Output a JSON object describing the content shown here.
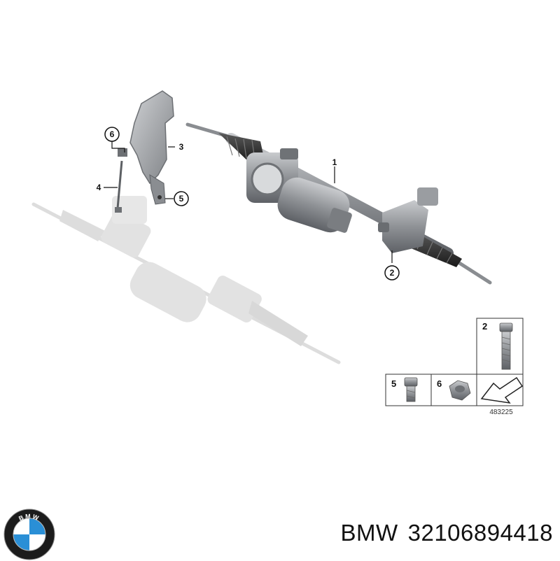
{
  "diagram": {
    "callouts": [
      {
        "id": "1",
        "label": "1"
      },
      {
        "id": "2",
        "label": "2"
      },
      {
        "id": "3",
        "label": "3"
      },
      {
        "id": "4",
        "label": "4"
      },
      {
        "id": "5",
        "label": "5"
      },
      {
        "id": "6",
        "label": "6"
      }
    ],
    "inset": {
      "cells": [
        {
          "label": "2",
          "part": "long-bolt"
        },
        {
          "label": "5",
          "part": "short-bolt"
        },
        {
          "label": "6",
          "part": "hex-nut"
        }
      ],
      "reference_number": "483225"
    }
  },
  "footer": {
    "brand": "BMW",
    "part_number": "32106894418",
    "logo_text": "BMW"
  },
  "colors": {
    "logo_blue": "#2a8fd6",
    "logo_ring": "#1c1c1c",
    "part_grey": "#8d8f93"
  }
}
